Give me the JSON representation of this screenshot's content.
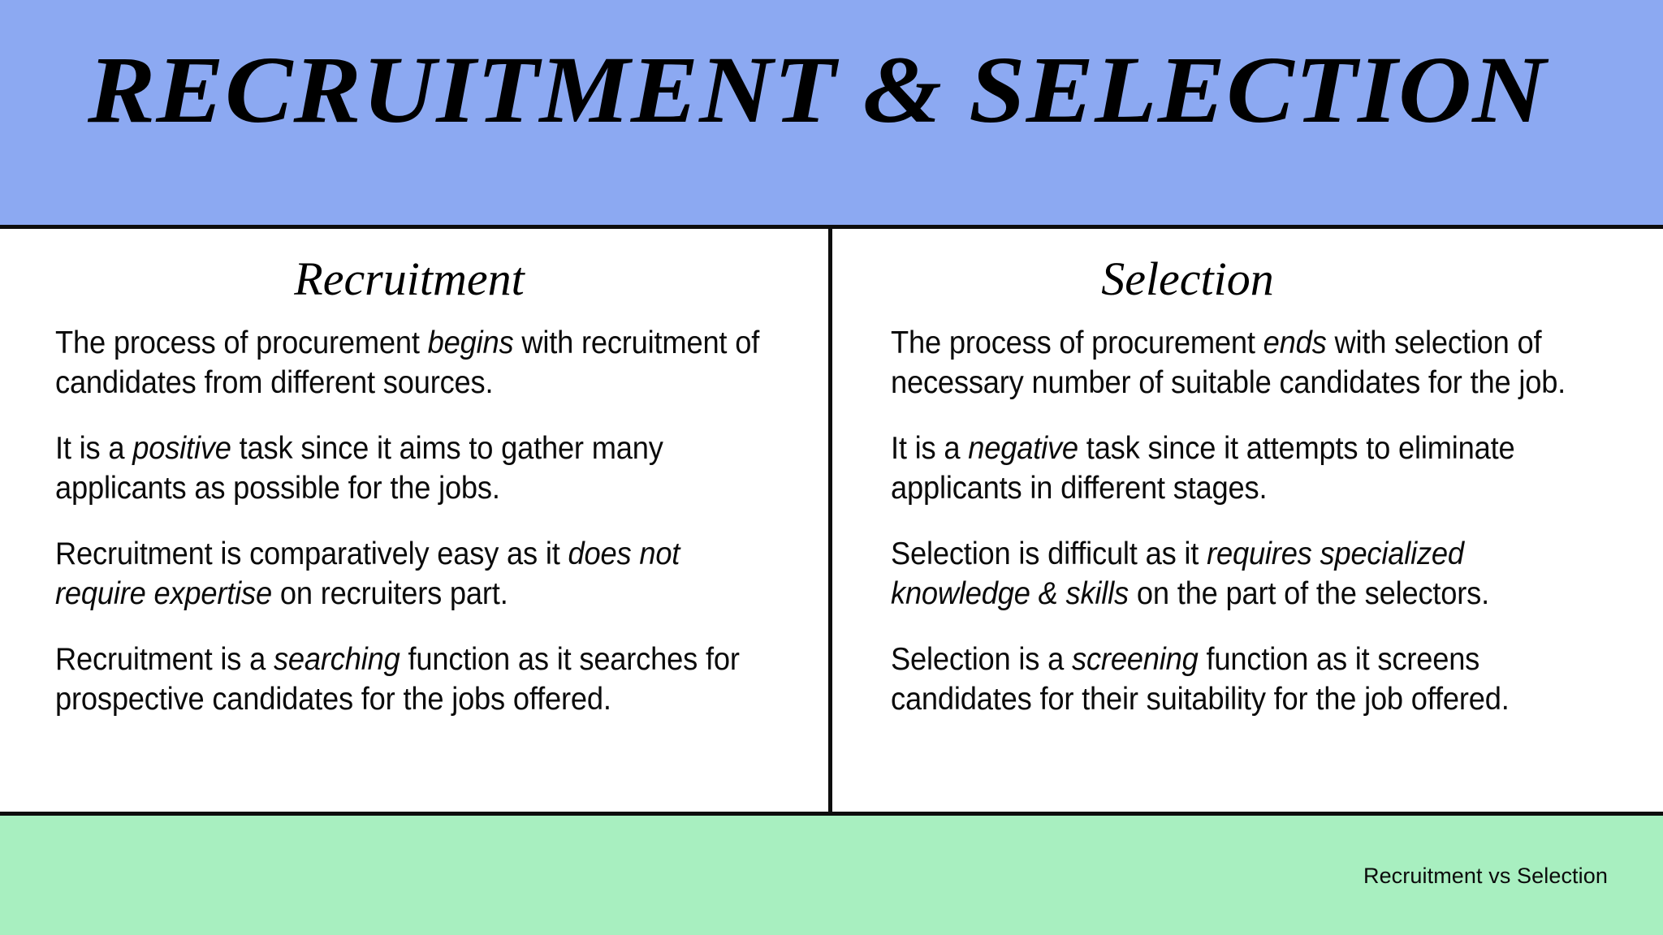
{
  "slide": {
    "title": "RECRUITMENT & SELECTION",
    "colors": {
      "header_band": "#8CA9F2",
      "footer_band": "#A8EFC0",
      "rule": "#0d0d0d",
      "text": "#0b0b0b",
      "background": "#ffffff"
    }
  },
  "columns": [
    {
      "heading": "Recruitment",
      "paragraphs": [
        {
          "parts": [
            {
              "text": "The process of procurement ",
              "italic": false
            },
            {
              "text": "begins",
              "italic": true
            },
            {
              "text": " with recruitment of candidates from different sources.",
              "italic": false
            }
          ]
        },
        {
          "parts": [
            {
              "text": "It is a ",
              "italic": false
            },
            {
              "text": "positive",
              "italic": true
            },
            {
              "text": " task since it aims to gather many applicants as possible for the jobs.",
              "italic": false
            }
          ]
        },
        {
          "parts": [
            {
              "text": "Recruitment is comparatively easy as it ",
              "italic": false
            },
            {
              "text": "does not require expertise",
              "italic": true
            },
            {
              "text": " on recruiters part.",
              "italic": false
            }
          ]
        },
        {
          "parts": [
            {
              "text": "Recruitment is a ",
              "italic": false
            },
            {
              "text": "searching",
              "italic": true
            },
            {
              "text": " function as it searches for prospective candidates for the jobs offered.",
              "italic": false
            }
          ]
        }
      ]
    },
    {
      "heading": "Selection",
      "paragraphs": [
        {
          "parts": [
            {
              "text": "The process of  procurement ",
              "italic": false
            },
            {
              "text": "ends",
              "italic": true
            },
            {
              "text": " with selection of necessary number of suitable candidates for the job.",
              "italic": false
            }
          ]
        },
        {
          "parts": [
            {
              "text": "It is a ",
              "italic": false
            },
            {
              "text": "negative",
              "italic": true
            },
            {
              "text": " task since it attempts to eliminate applicants in different stages.",
              "italic": false
            }
          ]
        },
        {
          "parts": [
            {
              "text": "Selection is difficult as it ",
              "italic": false
            },
            {
              "text": "requires specialized knowledge & skills",
              "italic": true
            },
            {
              "text": " on the part of the selectors.",
              "italic": false
            }
          ]
        },
        {
          "parts": [
            {
              "text": "Selection is a ",
              "italic": false
            },
            {
              "text": "screening",
              "italic": true
            },
            {
              "text": " function as it screens candidates for their suitability for the job offered.",
              "italic": false
            }
          ]
        }
      ]
    }
  ],
  "footer": {
    "caption": "Recruitment vs Selection"
  }
}
